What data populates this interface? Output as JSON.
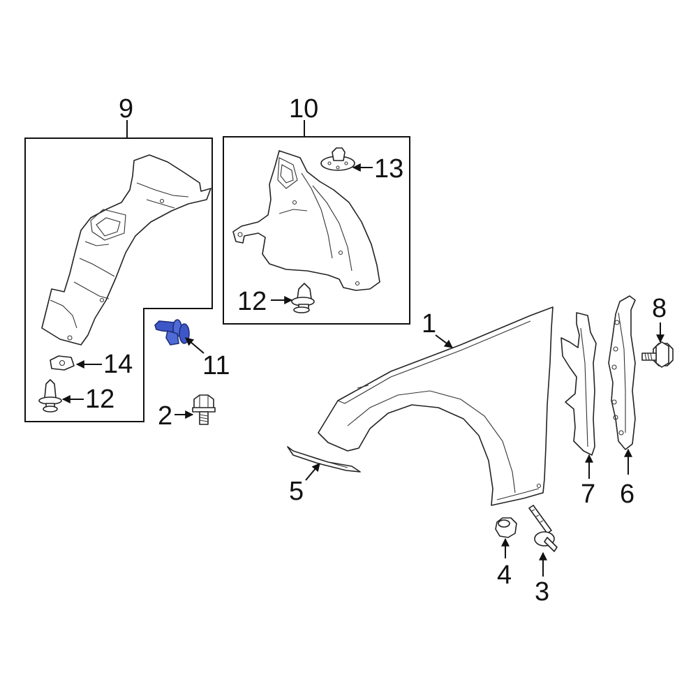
{
  "colors": {
    "line": "#222222",
    "background": "#ffffff",
    "highlight": "#3d57c8"
  },
  "callouts": {
    "c1": "1",
    "c2": "2",
    "c3": "3",
    "c4": "4",
    "c5": "5",
    "c6": "6",
    "c7": "7",
    "c8": "8",
    "c9": "9",
    "c10": "10",
    "c11": "11",
    "c12a": "12",
    "c12b": "12",
    "c13": "13",
    "c14": "14"
  }
}
